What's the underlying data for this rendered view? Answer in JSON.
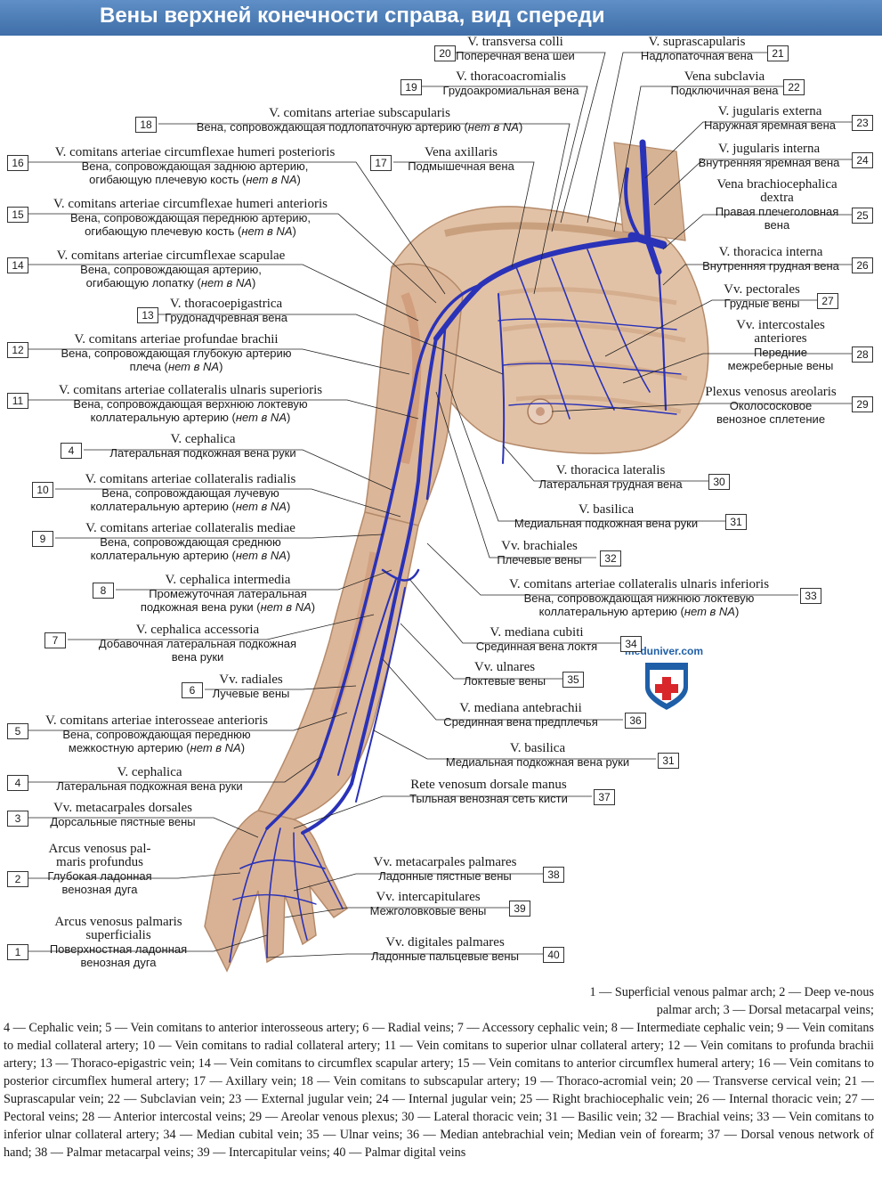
{
  "title": "Вены верхней конечности справа, вид спереди",
  "watermark": "meduniver.com",
  "colors": {
    "vein": "#2a32b8",
    "header": "#4a7bb5",
    "skin": "#d9b79a",
    "muscle": "#c98e6d"
  },
  "labels": [
    {
      "id": "20",
      "latin": "V. transversa colli",
      "ru": [
        "Поперечная вена шеи"
      ]
    },
    {
      "id": "19",
      "latin": "V. thoracoacromialis",
      "ru": [
        "Грудоакромиальная вена"
      ]
    },
    {
      "id": "18",
      "latin": "V. comitans arteriae subscapularis",
      "ru": [
        "Вена, сопровождающая подлопаточную артерию (нет в NA)"
      ]
    },
    {
      "id": "16",
      "latin": "V. comitans arteriae circumflexae humeri posterioris",
      "ru": [
        "Вена, сопровождающая заднюю артерию,",
        "огибающую плечевую кость (нет в NA)"
      ]
    },
    {
      "id": "17",
      "latin": "Vena axillaris",
      "ru": [
        "Подмышечная вена"
      ]
    },
    {
      "id": "15",
      "latin": "V. comitans arteriae circumflexae humeri anterioris",
      "ru": [
        "Вена, сопровождающая переднюю артерию,",
        "огибающую плечевую кость (нет в NA)"
      ]
    },
    {
      "id": "14",
      "latin": "V. comitans arteriae circumflexae scapulae",
      "ru": [
        "Вена, сопровождающая артерию,",
        "огибающую лопатку (нет в NA)"
      ]
    },
    {
      "id": "13",
      "latin": "V. thoracoepigastrica",
      "ru": [
        "Грудонадчревная вена"
      ]
    },
    {
      "id": "12",
      "latin": "V. comitans arteriae profundae brachii",
      "ru": [
        "Вена, сопровождающая глубокую артерию",
        "плеча (нет в NA)"
      ]
    },
    {
      "id": "11",
      "latin": "V. comitans arteriae collateralis ulnaris superioris",
      "ru": [
        "Вена, сопровождающая верхнюю локтевую",
        "коллатеральную артерию (нет в NA)"
      ]
    },
    {
      "id": "4",
      "latin": "V. cephalica",
      "ru": [
        "Латеральная подкожная вена руки"
      ]
    },
    {
      "id": "10",
      "latin": "V. comitans arteriae collateralis radialis",
      "ru": [
        "Вена, сопровождающая лучевую",
        "коллатеральную артерию (нет в NA)"
      ]
    },
    {
      "id": "9",
      "latin": "V. comitans arteriae collateralis mediae",
      "ru": [
        "Вена, сопровождающая среднюю",
        "коллатеральную артерию (нет в NA)"
      ]
    },
    {
      "id": "8",
      "latin": "V. cephalica intermedia",
      "ru": [
        "Промежуточная латеральная",
        "подкожная вена руки (нет в NA)"
      ]
    },
    {
      "id": "7",
      "latin": "V. cephalica accessoria",
      "ru": [
        "Добавочная латеральная подкожная",
        "вена руки"
      ]
    },
    {
      "id": "6",
      "latin": "Vv. radiales",
      "ru": [
        "Лучевые вены"
      ]
    },
    {
      "id": "5",
      "latin": "V. comitans arteriae interosseae anterioris",
      "ru": [
        "Вена, сопровождающая переднюю",
        "межкостную артерию (нет в NA)"
      ]
    },
    {
      "id": "4",
      "latin": "V. cephalica",
      "ru": [
        "Латеральная подкожная вена руки"
      ]
    },
    {
      "id": "3",
      "latin": "Vv. metacarpales dorsales",
      "ru": [
        "Дорсальные пястные вены"
      ]
    },
    {
      "id": "2",
      "latin": "Arcus venosus pal-|maris profundus",
      "ru": [
        "Глубокая ладонная",
        "венозная дуга"
      ]
    },
    {
      "id": "1",
      "latin": "Arcus venosus palmaris|superficialis",
      "ru": [
        "Поверхностная ладонная",
        "венозная дуга"
      ]
    },
    {
      "id": "21",
      "latin": "V. suprascapularis",
      "ru": [
        "Надлопаточная вена"
      ]
    },
    {
      "id": "22",
      "latin": "Vena subclavia",
      "ru": [
        "Подключичная вена"
      ]
    },
    {
      "id": "23",
      "latin": "V. jugularis externa",
      "ru": [
        "Наружная яремная вена"
      ]
    },
    {
      "id": "24",
      "latin": "V. jugularis interna",
      "ru": [
        "Внутренняя яремная вена"
      ]
    },
    {
      "id": "25",
      "latin": "Vena brachiocephalica|dextra",
      "ru": [
        "Правая плечеголовная",
        "вена"
      ]
    },
    {
      "id": "26",
      "latin": "V. thoracica interna",
      "ru": [
        "Внутренняя грудная вена"
      ]
    },
    {
      "id": "27",
      "latin": "Vv. pectorales",
      "ru": [
        "Грудные вены"
      ]
    },
    {
      "id": "28",
      "latin": "Vv. intercostales|anteriores",
      "ru": [
        "Передние",
        "межреберные вены"
      ]
    },
    {
      "id": "29",
      "latin": "Plexus venosus areolaris",
      "ru": [
        "Околососковое",
        "венозное сплетение"
      ]
    },
    {
      "id": "30",
      "latin": "V. thoracica lateralis",
      "ru": [
        "Латеральная грудная вена"
      ]
    },
    {
      "id": "31",
      "latin": "V. basilica",
      "ru": [
        "Медиальная подкожная вена руки"
      ]
    },
    {
      "id": "32",
      "latin": "Vv. brachiales",
      "ru": [
        "Плечевые вены"
      ]
    },
    {
      "id": "33",
      "latin": "V. comitans arteriae collateralis ulnaris inferioris",
      "ru": [
        "Вена, сопровождающая нижнюю локтевую",
        "коллатеральную артерию (нет в NA)"
      ]
    },
    {
      "id": "34",
      "latin": "V. mediana cubiti",
      "ru": [
        "Срединная вена локтя"
      ]
    },
    {
      "id": "35",
      "latin": "Vv. ulnares",
      "ru": [
        "Локтевые вены"
      ]
    },
    {
      "id": "36",
      "latin": "V. mediana antebrachii",
      "ru": [
        "Срединная вена предплечья"
      ]
    },
    {
      "id": "31",
      "latin": "V. basilica",
      "ru": [
        "Медиальная подкожная вена руки"
      ]
    },
    {
      "id": "37",
      "latin": "Rete venosum dorsale manus",
      "ru": [
        "Тыльная венозная сеть кисти"
      ]
    },
    {
      "id": "38",
      "latin": "Vv. metacarpales palmares",
      "ru": [
        "Ладонные пястные вены"
      ]
    },
    {
      "id": "39",
      "latin": "Vv. intercapitulares",
      "ru": [
        "Межголовковые вены"
      ]
    },
    {
      "id": "40",
      "latin": "Vv. digitales palmares",
      "ru": [
        "Ладонные пальцевые вены"
      ]
    }
  ],
  "legend": {
    "first": "1 — Superficial venous palmar arch; 2 — Deep ve-nous palmar arch; 3 — Dorsal metacarpal veins;",
    "rest": "4 — Cephalic vein; 5 — Vein comitans to anterior interosseous artery; 6 — Radial veins; 7 — Accessory cephalic vein; 8 — Intermediate cephalic vein; 9 — Vein comitans to medial collateral artery; 10 — Vein comitans to radial collateral artery; 11 — Vein comitans to superior ulnar collateral artery; 12 — Vein comitans to profunda brachii artery; 13 — Thoraco-epigastric vein; 14 — Vein comitans to circumflex scapular artery; 15 — Vein comitans to anterior circumflex humeral artery; 16 — Vein comitans to posterior circumflex humeral artery; 17 — Axillary vein; 18 — Vein comitans to subscapular artery; 19 — Thoraco-acromial vein; 20 — Transverse cervical vein; 21 — Suprascapular vein; 22 — Subclavian vein; 23 — External jugular vein; 24 — Internal jugular vein; 25 — Right brachiocephalic vein; 26 — Internal thoracic vein; 27 — Pectoral veins; 28 — Anterior intercostal veins; 29 — Areolar venous plexus; 30 — Lateral thoracic vein; 31 — Basilic vein; 32 — Brachial veins; 33 — Vein comitans to inferior ulnar collateral artery; 34 — Median cubital vein; 35 — Ulnar veins; 36 — Median antebrachial vein; Median vein of forearm; 37 — Dorsal venous network of hand; 38 — Palmar metacarpal veins; 39 — Intercapitular veins; 40 — Palmar digital veins"
  }
}
